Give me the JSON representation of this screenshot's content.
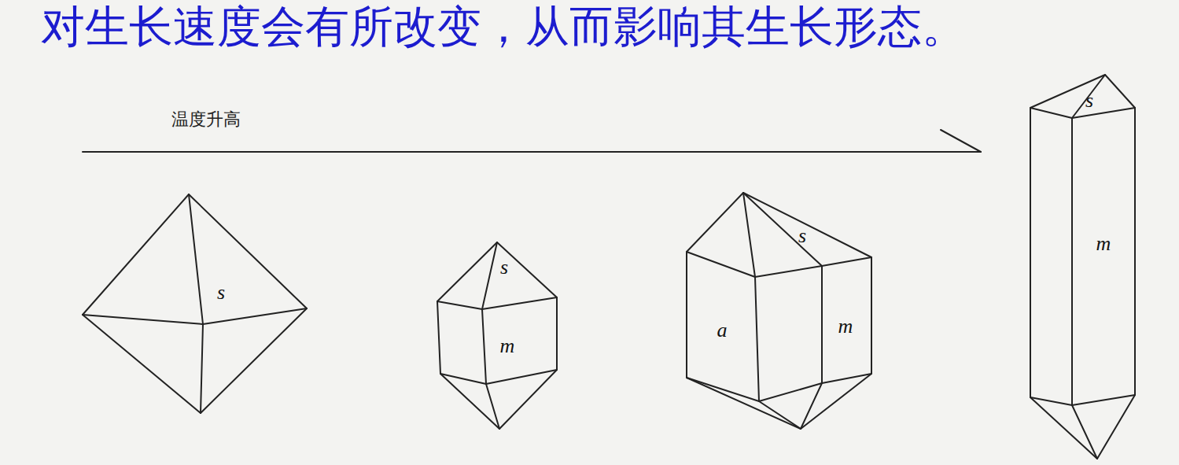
{
  "diagram": {
    "labels": [
      "对生长速度会有所改变，从而影响其生长形态。",
      "温度升高",
      "s",
      "s",
      "m",
      "s",
      "a",
      "m",
      "s",
      "m"
    ]
  }
}
